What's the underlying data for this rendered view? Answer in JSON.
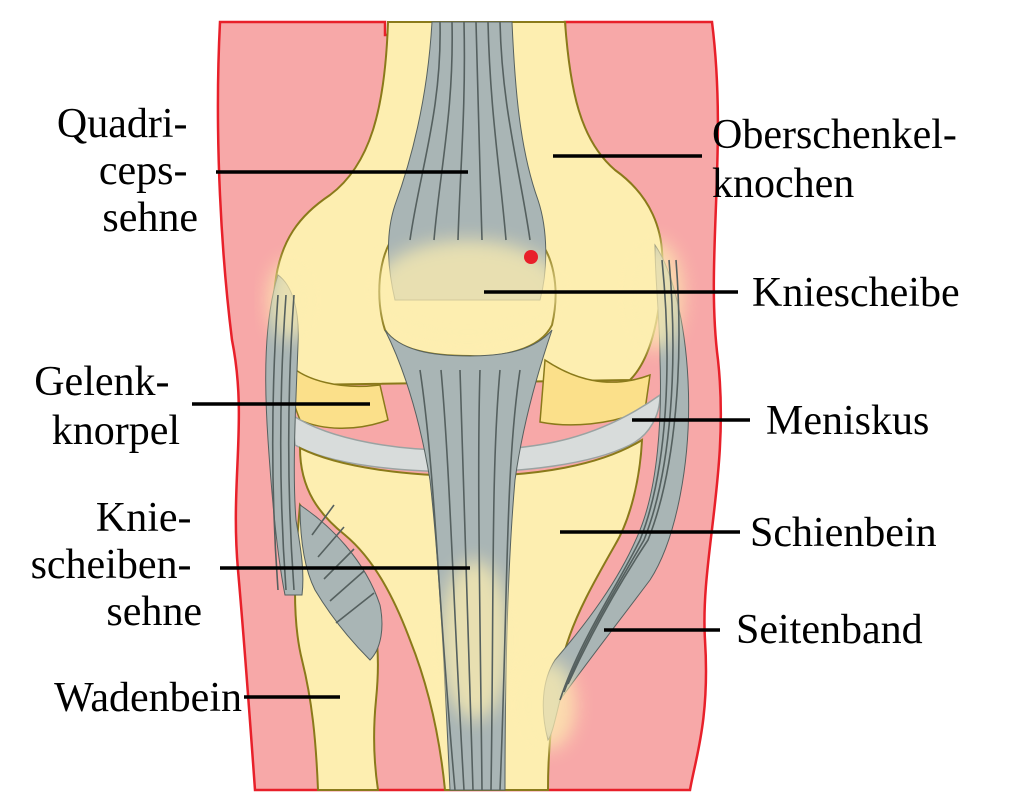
{
  "colors": {
    "skin": "#f7a8a8",
    "skin_edge": "#e8202a",
    "bone": "#fdeeb0",
    "bone_edge": "#8a7a1a",
    "cartilage": "#fbe08a",
    "tendon": "#a9b5b5",
    "tendon_line": "#55605f",
    "meniscus": "#d8dcdb",
    "marker": "#e8202a",
    "leader": "#000000"
  },
  "labels": {
    "quadriceps": [
      "Quadri-",
      "ceps-",
      "sehne"
    ],
    "femur": [
      "Oberschenkel-",
      "knochen"
    ],
    "patella": [
      "Kniescheibe"
    ],
    "cartilage": [
      "Gelenk-",
      "knorpel"
    ],
    "meniscus": [
      "Meniskus"
    ],
    "patellar_tendon": [
      "Knie-",
      "scheiben-",
      "sehne"
    ],
    "tibia": [
      "Schienbein"
    ],
    "ligament": [
      "Seitenband"
    ],
    "fibula": [
      "Wadenbein"
    ]
  }
}
